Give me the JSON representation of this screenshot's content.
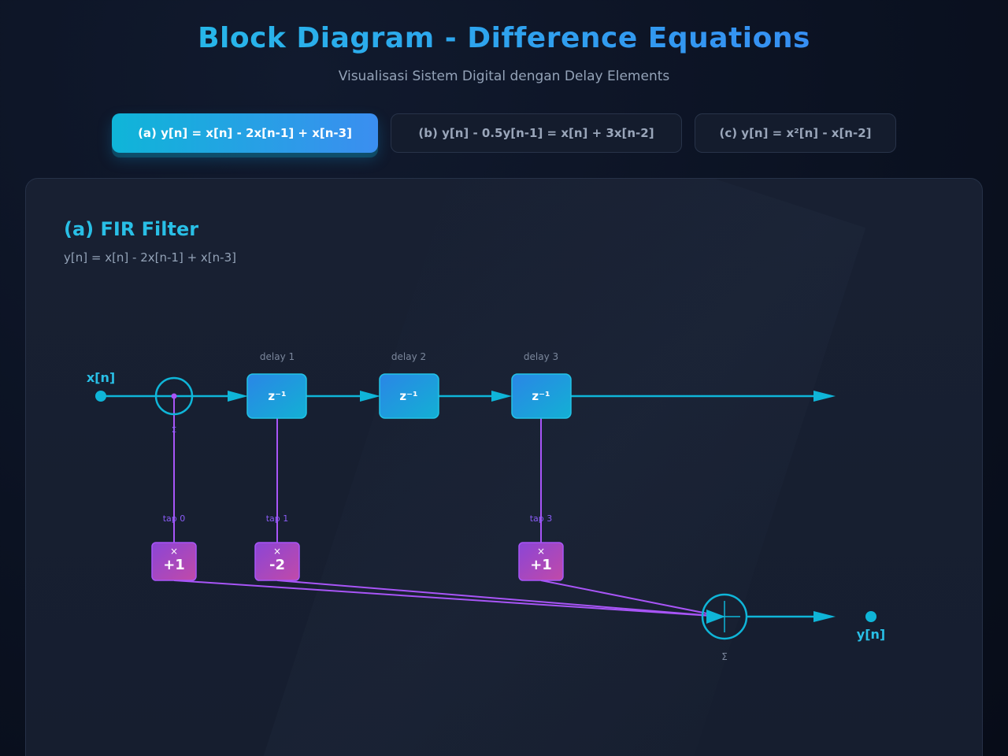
{
  "header": {
    "title": "Block Diagram - Difference Equations",
    "subtitle": "Visualisasi Sistem Digital dengan Delay Elements"
  },
  "tabs": [
    {
      "label": "(a) y[n] = x[n] - 2x[n-1] + x[n-3]",
      "active": true
    },
    {
      "label": "(b) y[n] - 0.5y[n-1] = x[n] + 3x[n-2]",
      "active": false
    },
    {
      "label": "(c) y[n] = x²[n] - x[n-2]",
      "active": false
    }
  ],
  "panel": {
    "title": "(a) FIR Filter",
    "equation": "y[n] = x[n] - 2x[n-1] + x[n-3]"
  },
  "diagram": {
    "input_label": "x[n]",
    "output_label": "y[n]",
    "input_sum_label": "Σ",
    "output_sum_label": "Σ",
    "delays": [
      {
        "caption": "delay 1",
        "text": "z⁻¹"
      },
      {
        "caption": "delay 2",
        "text": "z⁻¹"
      },
      {
        "caption": "delay 3",
        "text": "z⁻¹"
      }
    ],
    "taps": [
      {
        "caption": "tap 0",
        "mult": "×",
        "coef": "+1"
      },
      {
        "caption": "tap 1",
        "mult": "×",
        "coef": "-2"
      },
      {
        "caption": "tap 3",
        "mult": "×",
        "coef": "+1"
      }
    ]
  },
  "colors": {
    "signal": "#0fb5d8",
    "tap_line": "#a855f7",
    "delay_fill": "#1d9fd8",
    "coef_fill": "#a24fd0"
  }
}
